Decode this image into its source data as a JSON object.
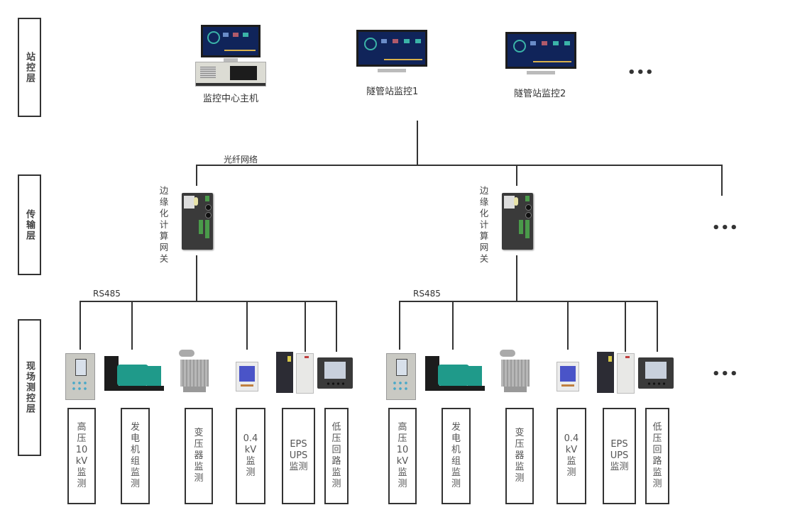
{
  "layers": [
    {
      "id": "station",
      "label": "站控层"
    },
    {
      "id": "transport",
      "label": "传输层"
    },
    {
      "id": "field",
      "label": "现场测控层"
    }
  ],
  "station": {
    "nodes": [
      {
        "label": "监控中心主机"
      },
      {
        "label": "隧管站监控1"
      },
      {
        "label": "隧管站监控2"
      }
    ],
    "more": "•••"
  },
  "transport": {
    "network_label": "光纤网络",
    "gateway_label": "边缘化计算网关",
    "more": "•••"
  },
  "field": {
    "bus_label": "RS485",
    "groups": [
      {
        "devices": [
          {
            "label": "高压10kV监测"
          },
          {
            "label": "发电机组监测"
          },
          {
            "label": "变压器监测"
          },
          {
            "label": "0.4kV监测"
          },
          {
            "label": "EPS UPS监测"
          },
          {
            "label": "低压回路监测"
          }
        ]
      },
      {
        "devices": [
          {
            "label": "高压10kV监测"
          },
          {
            "label": "发电机组监测"
          },
          {
            "label": "变压器监测"
          },
          {
            "label": "0.4kV监测"
          },
          {
            "label": "EPS UPS监测"
          },
          {
            "label": "低压回路监测"
          }
        ]
      }
    ],
    "more": "•••"
  },
  "device_box_lines": [
    [
      "高",
      "压",
      "10",
      "kV",
      "监",
      "测"
    ],
    [
      "发",
      "电",
      "机",
      "组",
      "监",
      "测"
    ],
    [
      "变",
      "压",
      "器",
      "监",
      "测"
    ],
    [
      "0.4",
      "kV",
      "监",
      "测"
    ],
    [
      "EPS",
      "UPS",
      "监测"
    ],
    [
      "低",
      "压",
      "回",
      "路",
      "监",
      "测"
    ]
  ]
}
